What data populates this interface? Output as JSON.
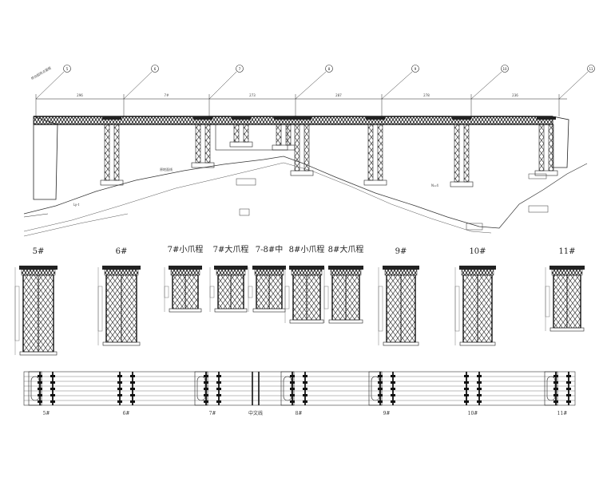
{
  "elevation": {
    "axis_marks": [
      "5",
      "6",
      "7",
      "8",
      "9",
      "10",
      "11"
    ],
    "span_labels": [
      "296",
      "7#",
      "273",
      "287",
      "278",
      "236"
    ],
    "left_note": "桥台起终点里程",
    "terrain_notes": [
      "原地面线",
      "Ly-t",
      "N=4"
    ]
  },
  "pier_sections": [
    {
      "label": "5#"
    },
    {
      "label": "6#"
    },
    {
      "label": "7#小爪程"
    },
    {
      "label": "7#大爪程"
    },
    {
      "label": "7-8#中"
    },
    {
      "label": "8#小爪程"
    },
    {
      "label": "8#大爪程"
    },
    {
      "label": "9#"
    },
    {
      "label": "10#"
    },
    {
      "label": "11#"
    }
  ],
  "plan": {
    "labels": [
      "5#",
      "6#",
      "7#",
      "中文线",
      "8#",
      "9#",
      "10#",
      "11#"
    ]
  },
  "colors": {
    "line": "#222222",
    "light": "#666666",
    "hatch": "#111111"
  }
}
